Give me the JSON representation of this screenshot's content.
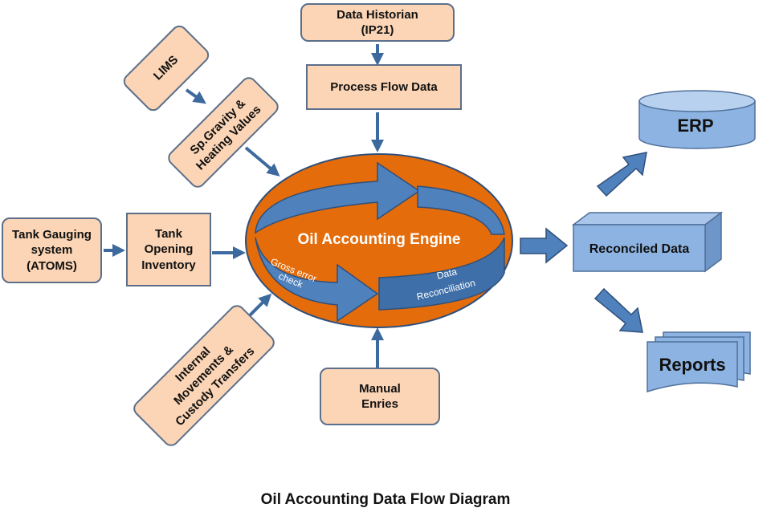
{
  "colors": {
    "box_fill": "#fbd5b5",
    "box_border": "#5b6f8a",
    "engine_fill": "#e46c0a",
    "ring_fill": "#4f81bd",
    "output_fill": "#8db3e2",
    "arrow": "#3d6a9e"
  },
  "nodes": {
    "data_historian": "Data Historian\n(IP21)",
    "process_flow_data": "Process Flow Data",
    "lims": "LIMS",
    "sp_gravity": "Sp.Gravity &\nHeating Values",
    "tank_gauging": "Tank Gauging\nsystem\n(ATOMS)",
    "tank_opening_inventory": "Tank\nOpening\nInventory",
    "internal_movements": "Internal\nMovements &\nCustody Transfers",
    "manual_entries": "Manual\nEnries"
  },
  "engine": {
    "title": "Oil Accounting Engine",
    "gross_error_line1": "Gross error",
    "gross_error_line2": "check",
    "recon_line1": "Data",
    "recon_line2": "Reconciliation"
  },
  "outputs": {
    "erp": "ERP",
    "reconciled_data": "Reconciled Data",
    "reports": "Reports"
  },
  "caption": "Oil Accounting Data Flow Diagram"
}
